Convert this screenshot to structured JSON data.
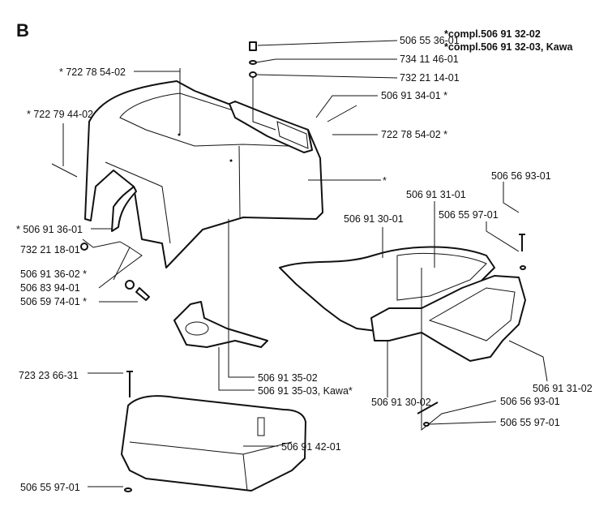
{
  "section_letter": "B",
  "notes": [
    "*compl.506 91 32-02",
    "*compl.506 91 32-03, Kawa"
  ],
  "labels": {
    "l1": "506 55 36-01",
    "l2": "734 11 46-01",
    "l3": "732 21 14-01",
    "l4": "* 722 78 54-02",
    "l5": "* 722 79 44-02",
    "l6": "506 91 34-01 *",
    "l7": "722 78 54-02 *",
    "l8": "*",
    "l9": "506 56 93-01",
    "l10": "506 91 31-01",
    "l11": "506 55 97-01",
    "l12": "506 91 30-01",
    "l13": "* 506 91 36-01",
    "l14": "732 21 18-01",
    "l15": "506 91 36-02 *",
    "l16": "506 83 94-01",
    "l17": "506 59 74-01 *",
    "l18": "723 23 66-31",
    "l19": "506 91 35-02",
    "l20": "506 91 35-03, Kawa*",
    "l21": "506 91 30-02",
    "l22": "506 91 31-02",
    "l23": "506 56 93-01",
    "l24": "506 55 97-01",
    "l25": "506 91 42-01",
    "l26": "506 55 97-01"
  }
}
